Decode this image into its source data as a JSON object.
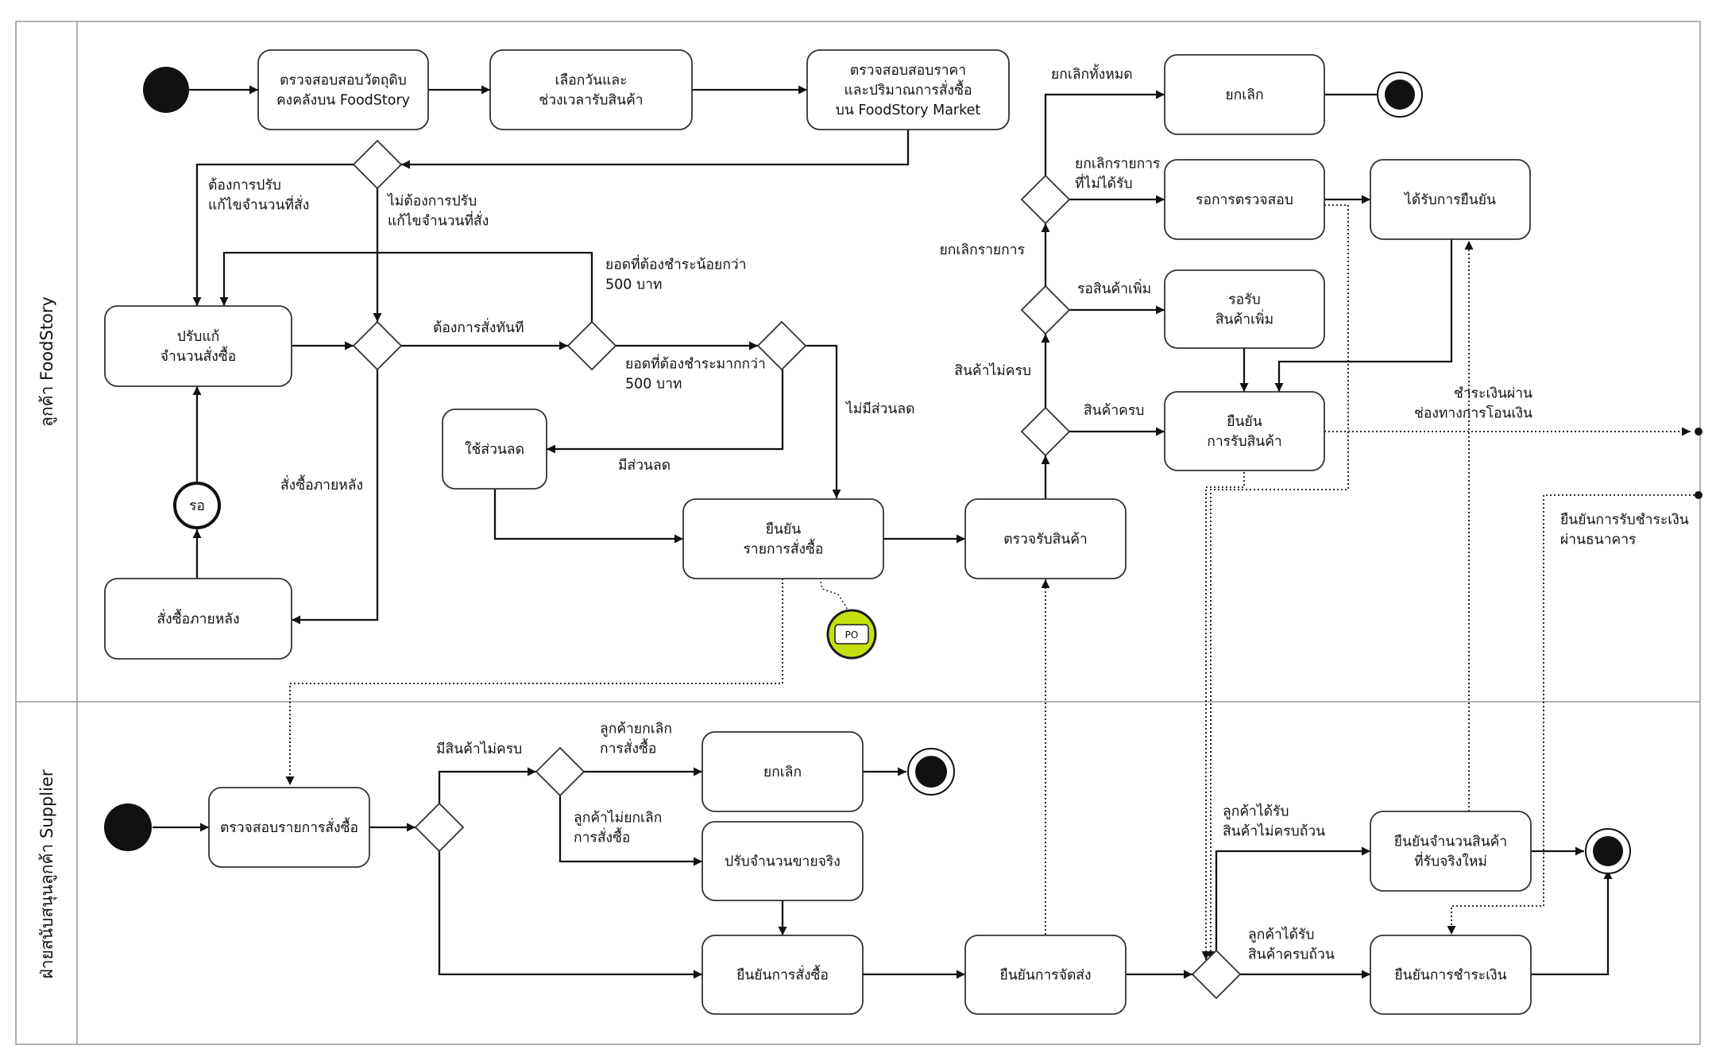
{
  "lanes": {
    "top": "ลูกค้า FoodStory",
    "bottom": "ฝ่ายสนับสนุนลูกค้า Supplier"
  },
  "nodes": {
    "check_stock": [
      "ตรวจสอบสอบวัตถุดิบ",
      "คงคลังบน FoodStory"
    ],
    "select_date": [
      "เลือกวันและ",
      "ช่วงเวลารับสินค้า"
    ],
    "check_price": [
      "ตรวจสอบสอบราคา",
      "และปริมาณการสั่งซื้อ",
      "บน FoodStory Market"
    ],
    "adjust_qty": [
      "ปรับแก้",
      "จำนวนสั่งซื้อ"
    ],
    "wait": [
      "รอ"
    ],
    "order_later": [
      "สั่งซื้อภายหลัง"
    ],
    "use_discount": [
      "ใช้ส่วนลด"
    ],
    "confirm_order_list": [
      "ยืนยัน",
      "รายการสั่งซื้อ"
    ],
    "po": [
      "PO"
    ],
    "inspect_goods": [
      "ตรวจรับสินค้า"
    ],
    "cancel_top": [
      "ยกเลิก"
    ],
    "await_inspection": [
      "รอการตรวจสอบ"
    ],
    "confirmed": [
      "ได้รับการยืนยัน"
    ],
    "await_more": [
      "รอรับ",
      "สินค้าเพิ่ม"
    ],
    "confirm_receipt": [
      "ยืนยัน",
      "การรับสินค้า"
    ],
    "review_order": [
      "ตรวจสอบรายการสั่งซื้อ"
    ],
    "cancel_bottom": [
      "ยกเลิก"
    ],
    "adjust_sale": [
      "ปรับจำนวนขายจริง"
    ],
    "confirm_order": [
      "ยืนยันการสั่งซื้อ"
    ],
    "confirm_delivery": [
      "ยืนยันการจัดส่ง"
    ],
    "confirm_new_qty": [
      "ยืนยันจำนวนสินค้า",
      "ที่รับจริงใหม่"
    ],
    "confirm_payment": [
      "ยืนยันการชำระเงิน"
    ]
  },
  "labels": {
    "need_adjust": [
      "ต้องการปรับ",
      "แก้ไขจำนวนที่สั่ง"
    ],
    "no_adjust": [
      "ไม่ต้องการปรับ",
      "แก้ไขจำนวนที่สั่ง"
    ],
    "less_500": [
      "ยอดที่ต้องชำระน้อยกว่า",
      "500 บาท"
    ],
    "order_now": [
      "ต้องการสั่งทันที"
    ],
    "more_500": [
      "ยอดที่ต้องชำระมากกว่า",
      "500 บาท"
    ],
    "no_discount": [
      "ไม่มีส่วนลด"
    ],
    "has_discount": [
      "มีส่วนลด"
    ],
    "order_later_lbl": [
      "สั่งซื้อภายหลัง"
    ],
    "cancel_all": [
      "ยกเลิกทั้งหมด"
    ],
    "cancel_unreceived": [
      "ยกเลิกรายการ",
      "ที่ไม่ได้รับ"
    ],
    "cancel_items": [
      "ยกเลิกรายการ"
    ],
    "await_more_lbl": [
      "รอสินค้าเพิ่ม"
    ],
    "incomplete": [
      "สินค้าไม่ครบ"
    ],
    "complete": [
      "สินค้าครบ"
    ],
    "pay_transfer": [
      "ชำระเงินผ่าน",
      "ช่องทางการโอนเงิน"
    ],
    "bank_confirm": [
      "ยืนยันการรับชำระเงิน",
      "ผ่านธนาคาร"
    ],
    "stock_short": [
      "มีสินค้าไม่ครบ"
    ],
    "cust_cancel": [
      "ลูกค้ายกเลิก",
      "การสั่งซื้อ"
    ],
    "cust_no_cancel": [
      "ลูกค้าไม่ยกเลิก",
      "การสั่งซื้อ"
    ],
    "recv_incomplete": [
      "ลูกค้าได้รับ",
      "สินค้าไม่ครบถ้วน"
    ],
    "recv_complete": [
      "ลูกค้าได้รับ",
      "สินค้าครบถ้วน"
    ]
  },
  "colors": {
    "line": "#111111",
    "box_border": "#333333",
    "lane_border": "#999999",
    "po_fill": "#c5e00f",
    "po_border": "#1a1a1a"
  }
}
